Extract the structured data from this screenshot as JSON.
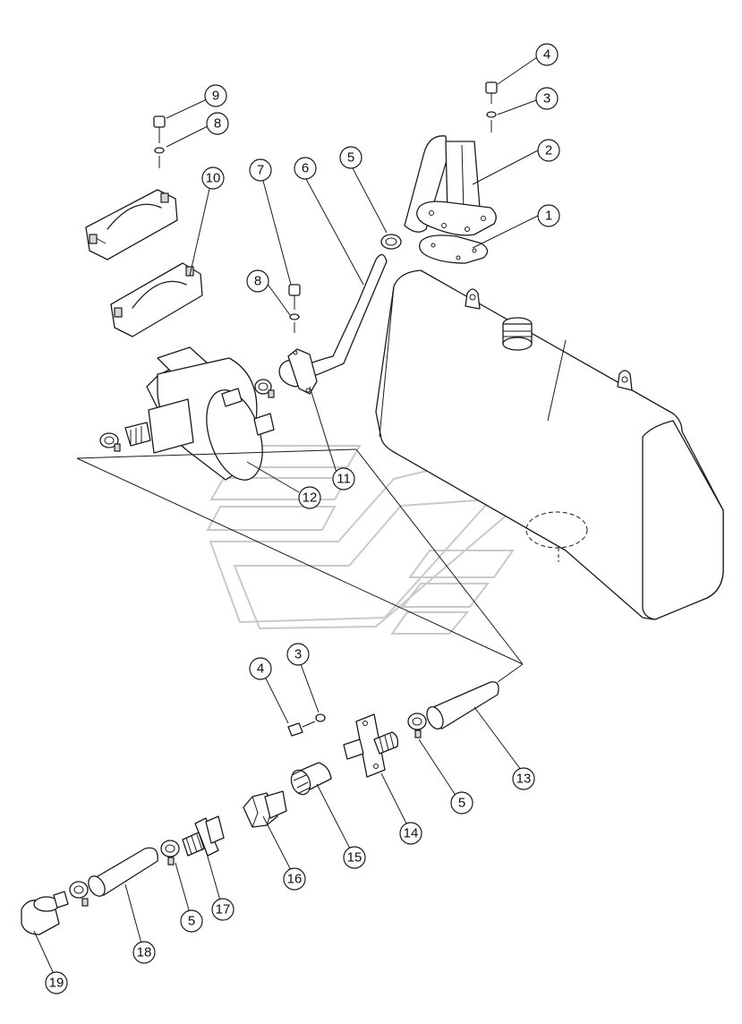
{
  "callouts": [
    {
      "id": "c1",
      "label": "1"
    },
    {
      "id": "c2",
      "label": "2"
    },
    {
      "id": "c3a",
      "label": "3"
    },
    {
      "id": "c4a",
      "label": "4"
    },
    {
      "id": "c5a",
      "label": "5"
    },
    {
      "id": "c6",
      "label": "6"
    },
    {
      "id": "c7",
      "label": "7"
    },
    {
      "id": "c8a",
      "label": "8"
    },
    {
      "id": "c8b",
      "label": "8"
    },
    {
      "id": "c9",
      "label": "9"
    },
    {
      "id": "c10",
      "label": "10"
    },
    {
      "id": "c11",
      "label": "11"
    },
    {
      "id": "c12",
      "label": "12"
    },
    {
      "id": "c4b",
      "label": "4"
    },
    {
      "id": "c3b",
      "label": "3"
    },
    {
      "id": "c13",
      "label": "13"
    },
    {
      "id": "c5b",
      "label": "5"
    },
    {
      "id": "c14",
      "label": "14"
    },
    {
      "id": "c15",
      "label": "15"
    },
    {
      "id": "c16",
      "label": "16"
    },
    {
      "id": "c17",
      "label": "17"
    },
    {
      "id": "c5c",
      "label": "5"
    },
    {
      "id": "c18",
      "label": "18"
    },
    {
      "id": "c19",
      "label": "19"
    }
  ],
  "colors": {
    "line": "#1a1a1a",
    "watermark": "#c9c9c9",
    "background": "#ffffff"
  }
}
